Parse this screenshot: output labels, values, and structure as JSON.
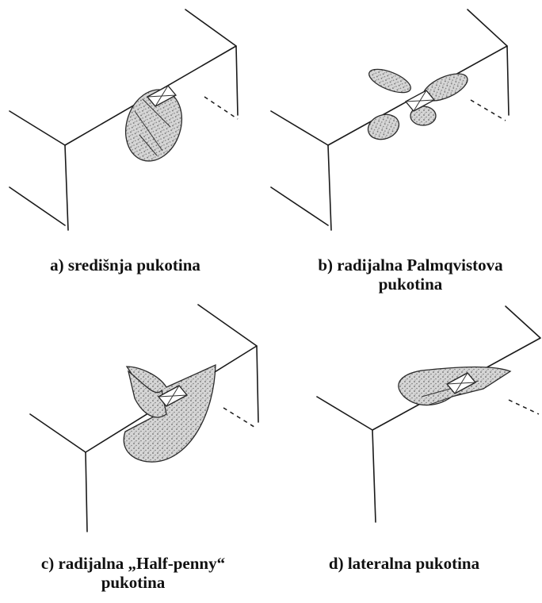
{
  "panels": [
    {
      "id": "a",
      "caption_lines": [
        "a) središnja pukotina"
      ]
    },
    {
      "id": "b",
      "caption_lines": [
        "b) radijalna Palmqvistova",
        "pukotina"
      ]
    },
    {
      "id": "c",
      "caption_lines": [
        "c) radijalna „Half-penny“",
        "pukotina"
      ]
    },
    {
      "id": "d",
      "caption_lines": [
        "d) lateralna pukotina"
      ]
    }
  ]
}
